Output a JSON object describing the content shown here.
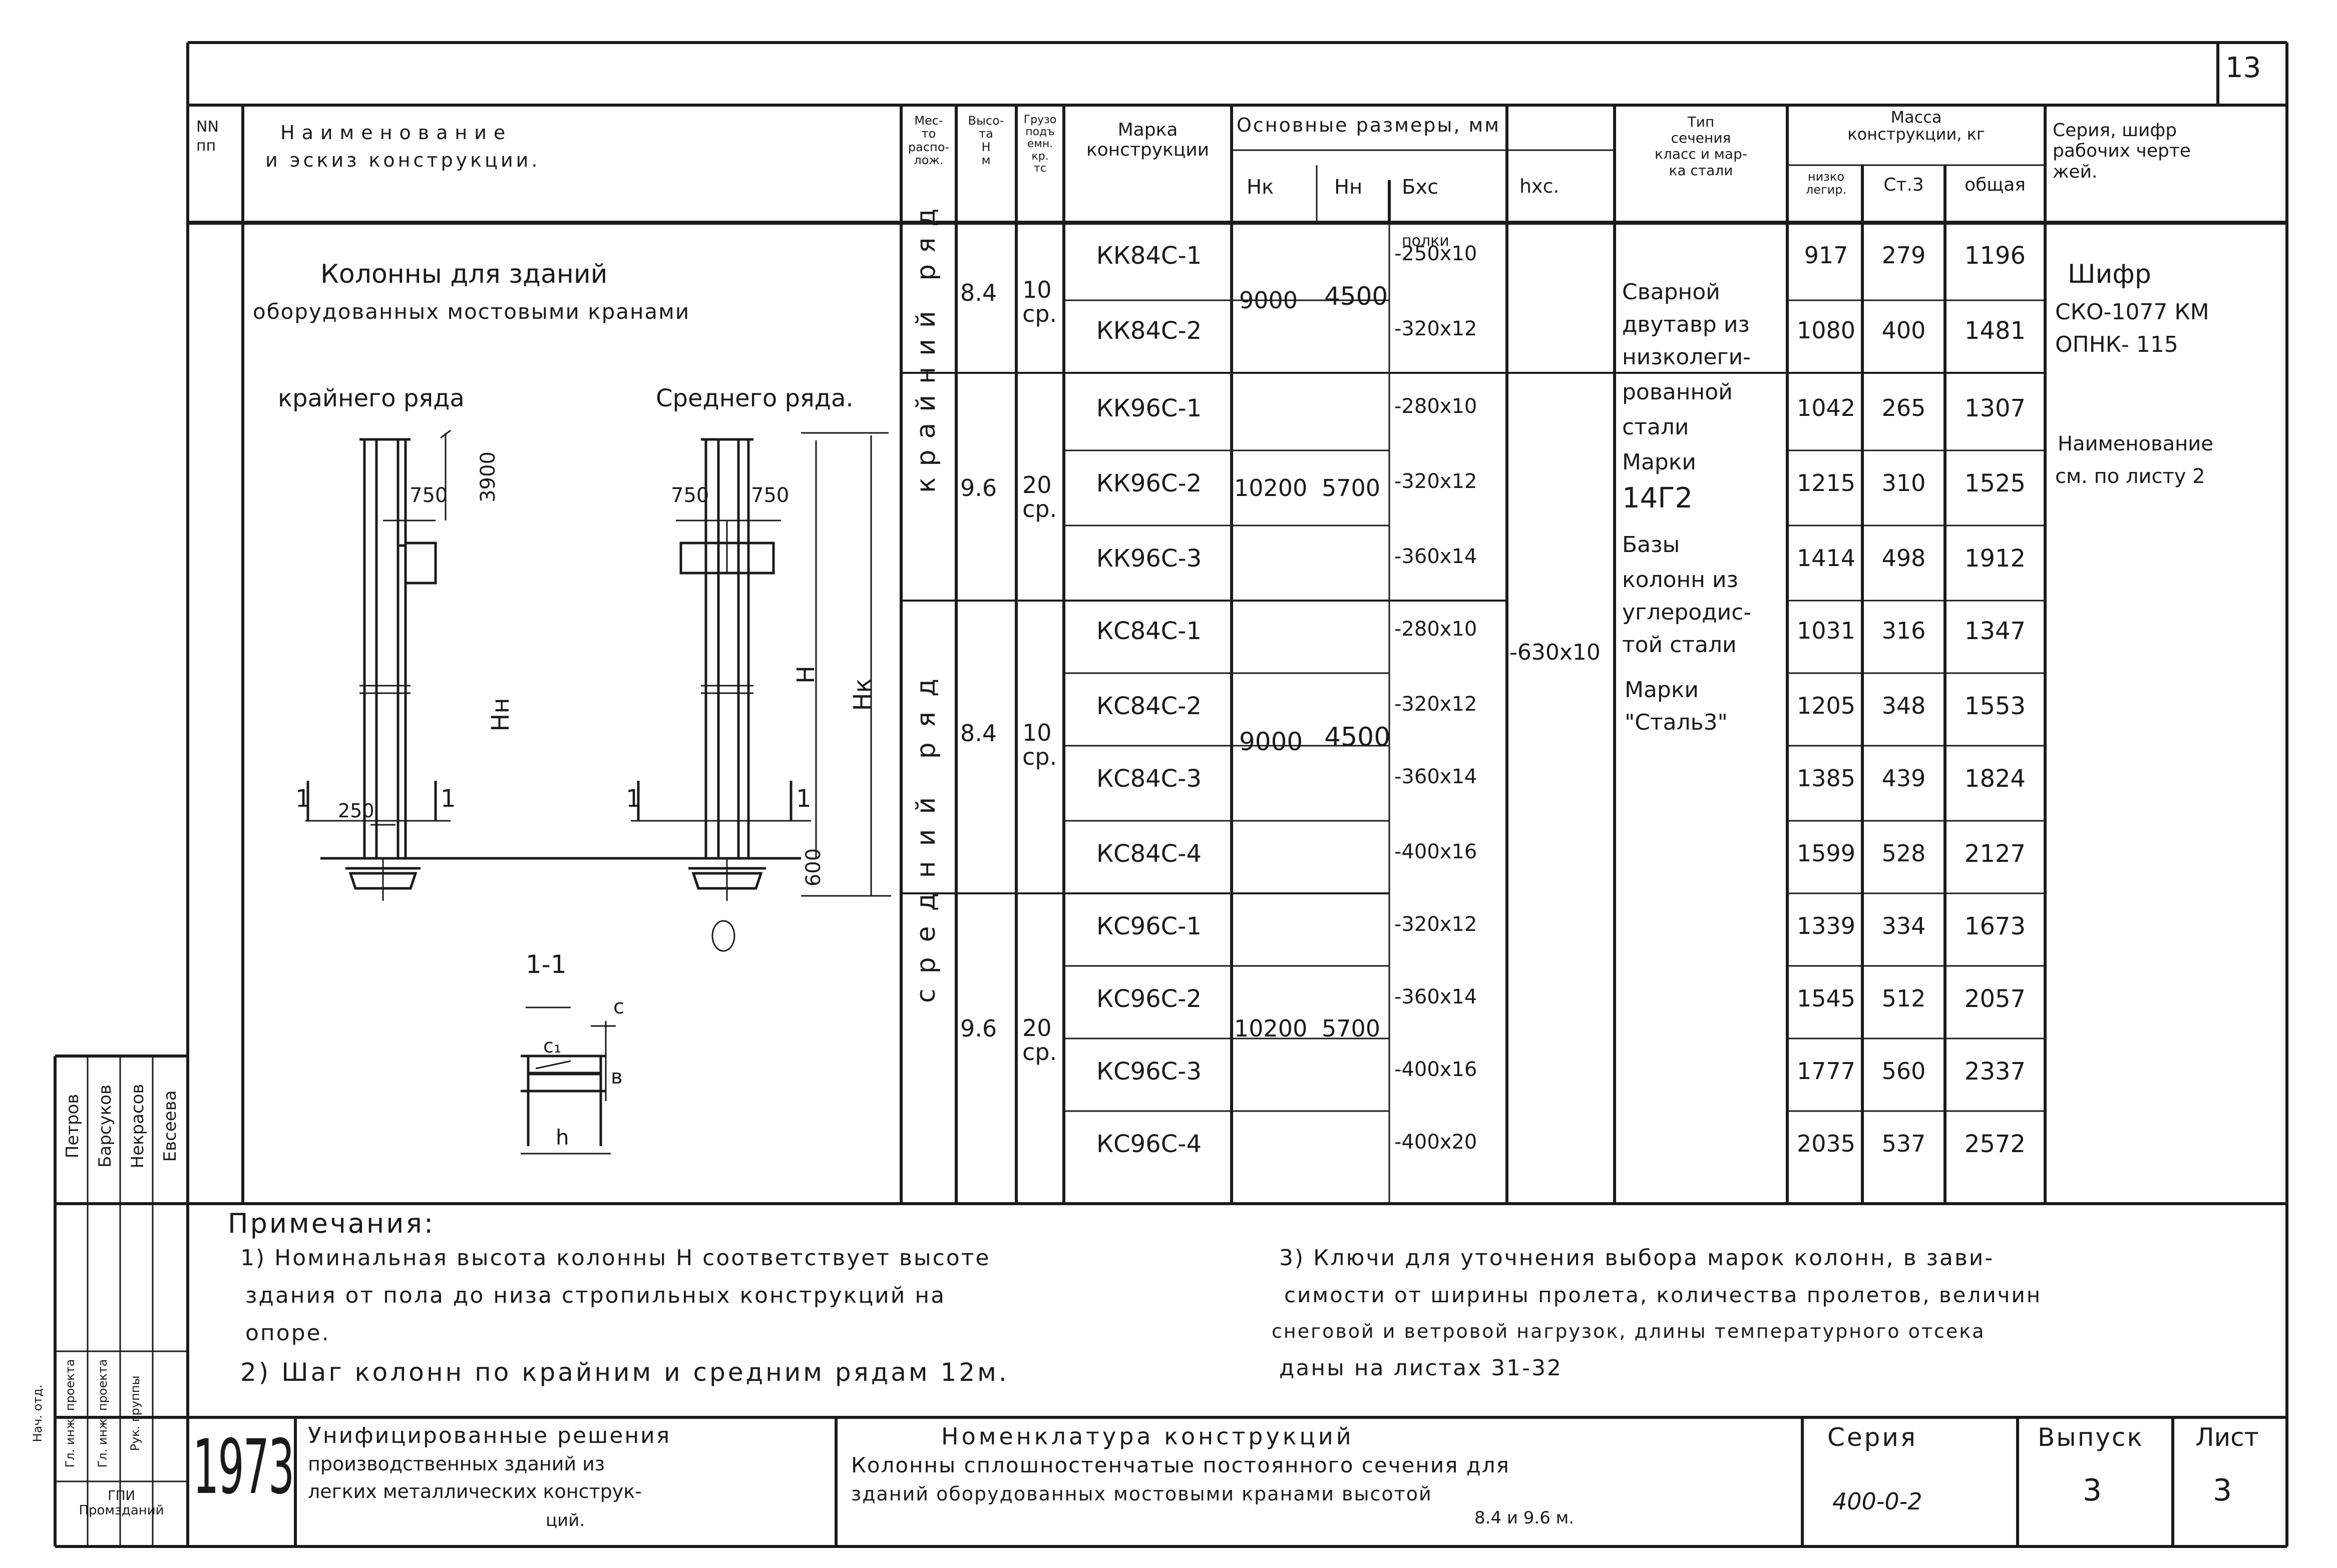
{
  "sheet_number_top": "13",
  "header": {
    "nn": "NN\nпп",
    "name_line1": "Наименование",
    "name_line2": "и эскиз конструкции.",
    "location": "Мес-\nто\nраспо-\nлож.",
    "height": "Высо-\nта\nН\nм",
    "crane": "Грузо\nподъ\nемн.\nкр.\nтс",
    "mark": "Марка\nконструкции",
    "dims": "Основные размеры, мм",
    "hk": "Нк",
    "hn": "Нн",
    "bxc": "Бхс",
    "hxc": "hхс.",
    "section": "Тип\nсечения\nкласс и мар-\nка стали",
    "mass": "Масса\nконструкции, кг",
    "mass_low": "низко\nлегир.",
    "mass_st3": "Ст.3",
    "mass_total": "общая",
    "series": "Серия, шифр\nрабочих черте\nжей."
  },
  "sketch": {
    "title_line1": "Колонны для зданий",
    "title_line2": "оборудованных мостовыми кранами",
    "outer_row": "крайнего ряда",
    "middle_row": "Среднего ряда.",
    "dim_3900": "3900",
    "dim_750a": "750",
    "dim_750b": "750",
    "dim_750c": "750",
    "dim_250": "250",
    "dim_600": "600",
    "label_hn": "Нн",
    "label_h": "Н",
    "label_hk": "Нк",
    "cut_1a": "1",
    "cut_1b": "1",
    "cut_1c": "1",
    "cut_1d": "1",
    "section_label": "1-1",
    "sec_c": "с",
    "sec_c1": "с₁",
    "sec_b": "в",
    "sec_h": "h"
  },
  "location_groups": [
    {
      "label": "крайний ряд"
    },
    {
      "label": "средний ряд"
    }
  ],
  "height_groups": [
    {
      "h": "8.4",
      "q": "10\nср."
    },
    {
      "h": "9.6",
      "q": "20\nср."
    },
    {
      "h": "8.4",
      "q": "10\nср."
    },
    {
      "h": "9.6",
      "q": "20\nср."
    }
  ],
  "dims_groups": [
    {
      "hk": "9000",
      "hn": "4500"
    },
    {
      "hk": "10200",
      "hn": "5700"
    },
    {
      "hk": "9000",
      "hn": "4500"
    },
    {
      "hk": "10200",
      "hn": "5700"
    }
  ],
  "shelves_label": "полки",
  "rows": [
    {
      "mark": "КК84С-1",
      "bxc": "-250х10",
      "low": "917",
      "st3": "279",
      "total": "1196"
    },
    {
      "mark": "КК84С-2",
      "bxc": "-320х12",
      "low": "1080",
      "st3": "400",
      "total": "1481"
    },
    {
      "mark": "КК96С-1",
      "bxc": "-280х10",
      "low": "1042",
      "st3": "265",
      "total": "1307"
    },
    {
      "mark": "КК96С-2",
      "bxc": "-320х12",
      "low": "1215",
      "st3": "310",
      "total": "1525"
    },
    {
      "mark": "КК96С-3",
      "bxc": "-360х14",
      "low": "1414",
      "st3": "498",
      "total": "1912"
    },
    {
      "mark": "КС84С-1",
      "bxc": "-280х10",
      "low": "1031",
      "st3": "316",
      "total": "1347"
    },
    {
      "mark": "КС84С-2",
      "bxc": "-320х12",
      "low": "1205",
      "st3": "348",
      "total": "1553"
    },
    {
      "mark": "КС84С-3",
      "bxc": "-360х14",
      "low": "1385",
      "st3": "439",
      "total": "1824"
    },
    {
      "mark": "КС84С-4",
      "bxc": "-400х16",
      "low": "1599",
      "st3": "528",
      "total": "2127"
    },
    {
      "mark": "КС96С-1",
      "bxc": "-320х12",
      "low": "1339",
      "st3": "334",
      "total": "1673"
    },
    {
      "mark": "КС96С-2",
      "bxc": "-360х14",
      "low": "1545",
      "st3": "512",
      "total": "2057"
    },
    {
      "mark": "КС96С-3",
      "bxc": "-400х16",
      "low": "1777",
      "st3": "560",
      "total": "2337"
    },
    {
      "mark": "КС96С-4",
      "bxc": "-400х20",
      "low": "2035",
      "st3": "537",
      "total": "2572"
    }
  ],
  "web": "-630х10",
  "section_type": [
    "Сварной",
    "двутавр из",
    "низколеги-",
    "рованной",
    "стали",
    "Марки",
    "14Г2",
    "Базы",
    "колонн из",
    "углеродис-",
    "той стали",
    "Марки",
    "\"Сталь3\""
  ],
  "series_col": {
    "cipher": "Шифр",
    "code1": "СКО-1077 КМ",
    "code2": "ОПНК- 115",
    "name1": "Наименование",
    "name2": "см. по листу 2"
  },
  "notes": {
    "title": "Примечания:",
    "n1a": "1) Номинальная высота колонны Н соответствует высоте",
    "n1b": "здания от пола до низа стропильных конструкций на",
    "n1c": "опоре.",
    "n2": "2) Шаг колонн по крайним и средним рядам 12м.",
    "n3a": "3) Ключи для уточнения выбора марок колонн, в зави-",
    "n3b": "симости от ширины пролета, количества пролетов, величин",
    "n3c": "снеговой и ветровой нагрузок, длины температурного отсека",
    "n3d": "даны на листах 31-32"
  },
  "side_names": [
    "Петров",
    "Барсуков",
    "Некрасов",
    "Евсеева"
  ],
  "side_roles": [
    "Нач. отд.",
    "Гл. инж. проекта",
    "Гл. инж. проекта",
    "Рук. группы"
  ],
  "side_dept": "ГПИ\nПромзданий",
  "title_block": {
    "year": "1973",
    "org1": "Унифицированные решения",
    "org2": "производственных зданий из",
    "org3": "легких металлических конструк-",
    "org4": "ций.",
    "nom1": "Номенклатура конструкций",
    "nom2": "Колонны сплошностенчатые постоянного сечения для",
    "nom3": "зданий оборудованных мостовыми кранами высотой",
    "nom4": "8.4 и 9.6 м.",
    "series_label": "Серия",
    "series_val": "400-0-2",
    "issue_label": "Выпуск",
    "issue_val": "3",
    "sheet_label": "Лист",
    "sheet_val": "3"
  }
}
